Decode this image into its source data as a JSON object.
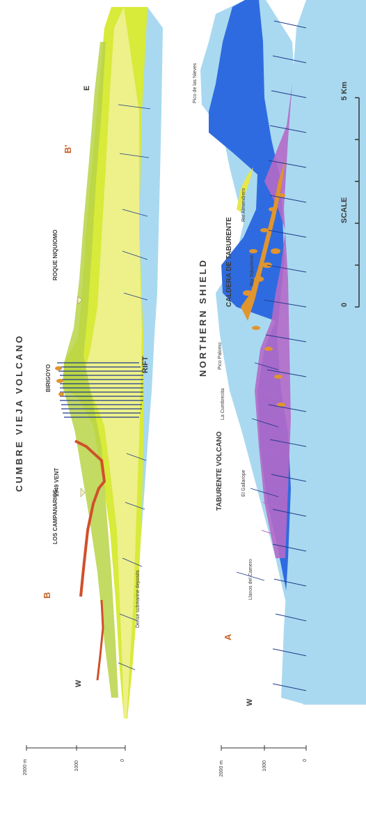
{
  "colors": {
    "light_blue": "#a9d9f0",
    "dark_blue": "#2f6be0",
    "yellow_green": "#d8ea3a",
    "pale_yellow": "#eef08a",
    "olive_green": "#b8d448",
    "lava_red": "#d0502a",
    "orange": "#e0952e",
    "purple": "#b46ac8",
    "dike": "#1e3a8a",
    "label_orange": "#c8632a"
  },
  "top_section": {
    "title": "CUMBRE VIEJA VOLCANO",
    "point_b": "B",
    "point_b_prime": "B'",
    "west": "W",
    "east": "E",
    "los_campanarios": "LOS CAMPANARIOS",
    "vent_1949": "1949 VENT",
    "birigoyo": "BIRIGOYO",
    "roque_niquiomo": "ROQUE NIQUIOMO",
    "rift": "RIFT",
    "basal_note": "Dense submarine deposits",
    "axis_labels": [
      "2000 m",
      "1000",
      "0"
    ]
  },
  "bottom_section": {
    "title": "NORTHERN SHIELD",
    "point_a": "A",
    "west": "W",
    "taburente_volcano": "TABURENTE VOLCANO",
    "caldera_de_taburente": "CALDERA DE TABURENTE",
    "llanos_del_camero": "Llanos del Camero",
    "el_gallarope": "El Gallarope",
    "la_cumbrecita": "La Cumbrecita",
    "pico_palomo": "Pico Palomo",
    "rio_almendrero": "Rio Almendrero",
    "rio_taburiente": "Rio Taburiente",
    "pico_de_las_nieves": "Pico de las Nieves",
    "axis_labels": [
      "2000 m",
      "1000",
      "0"
    ]
  },
  "scale_bar": {
    "title": "SCALE",
    "start": "0",
    "end": "5 Km"
  }
}
